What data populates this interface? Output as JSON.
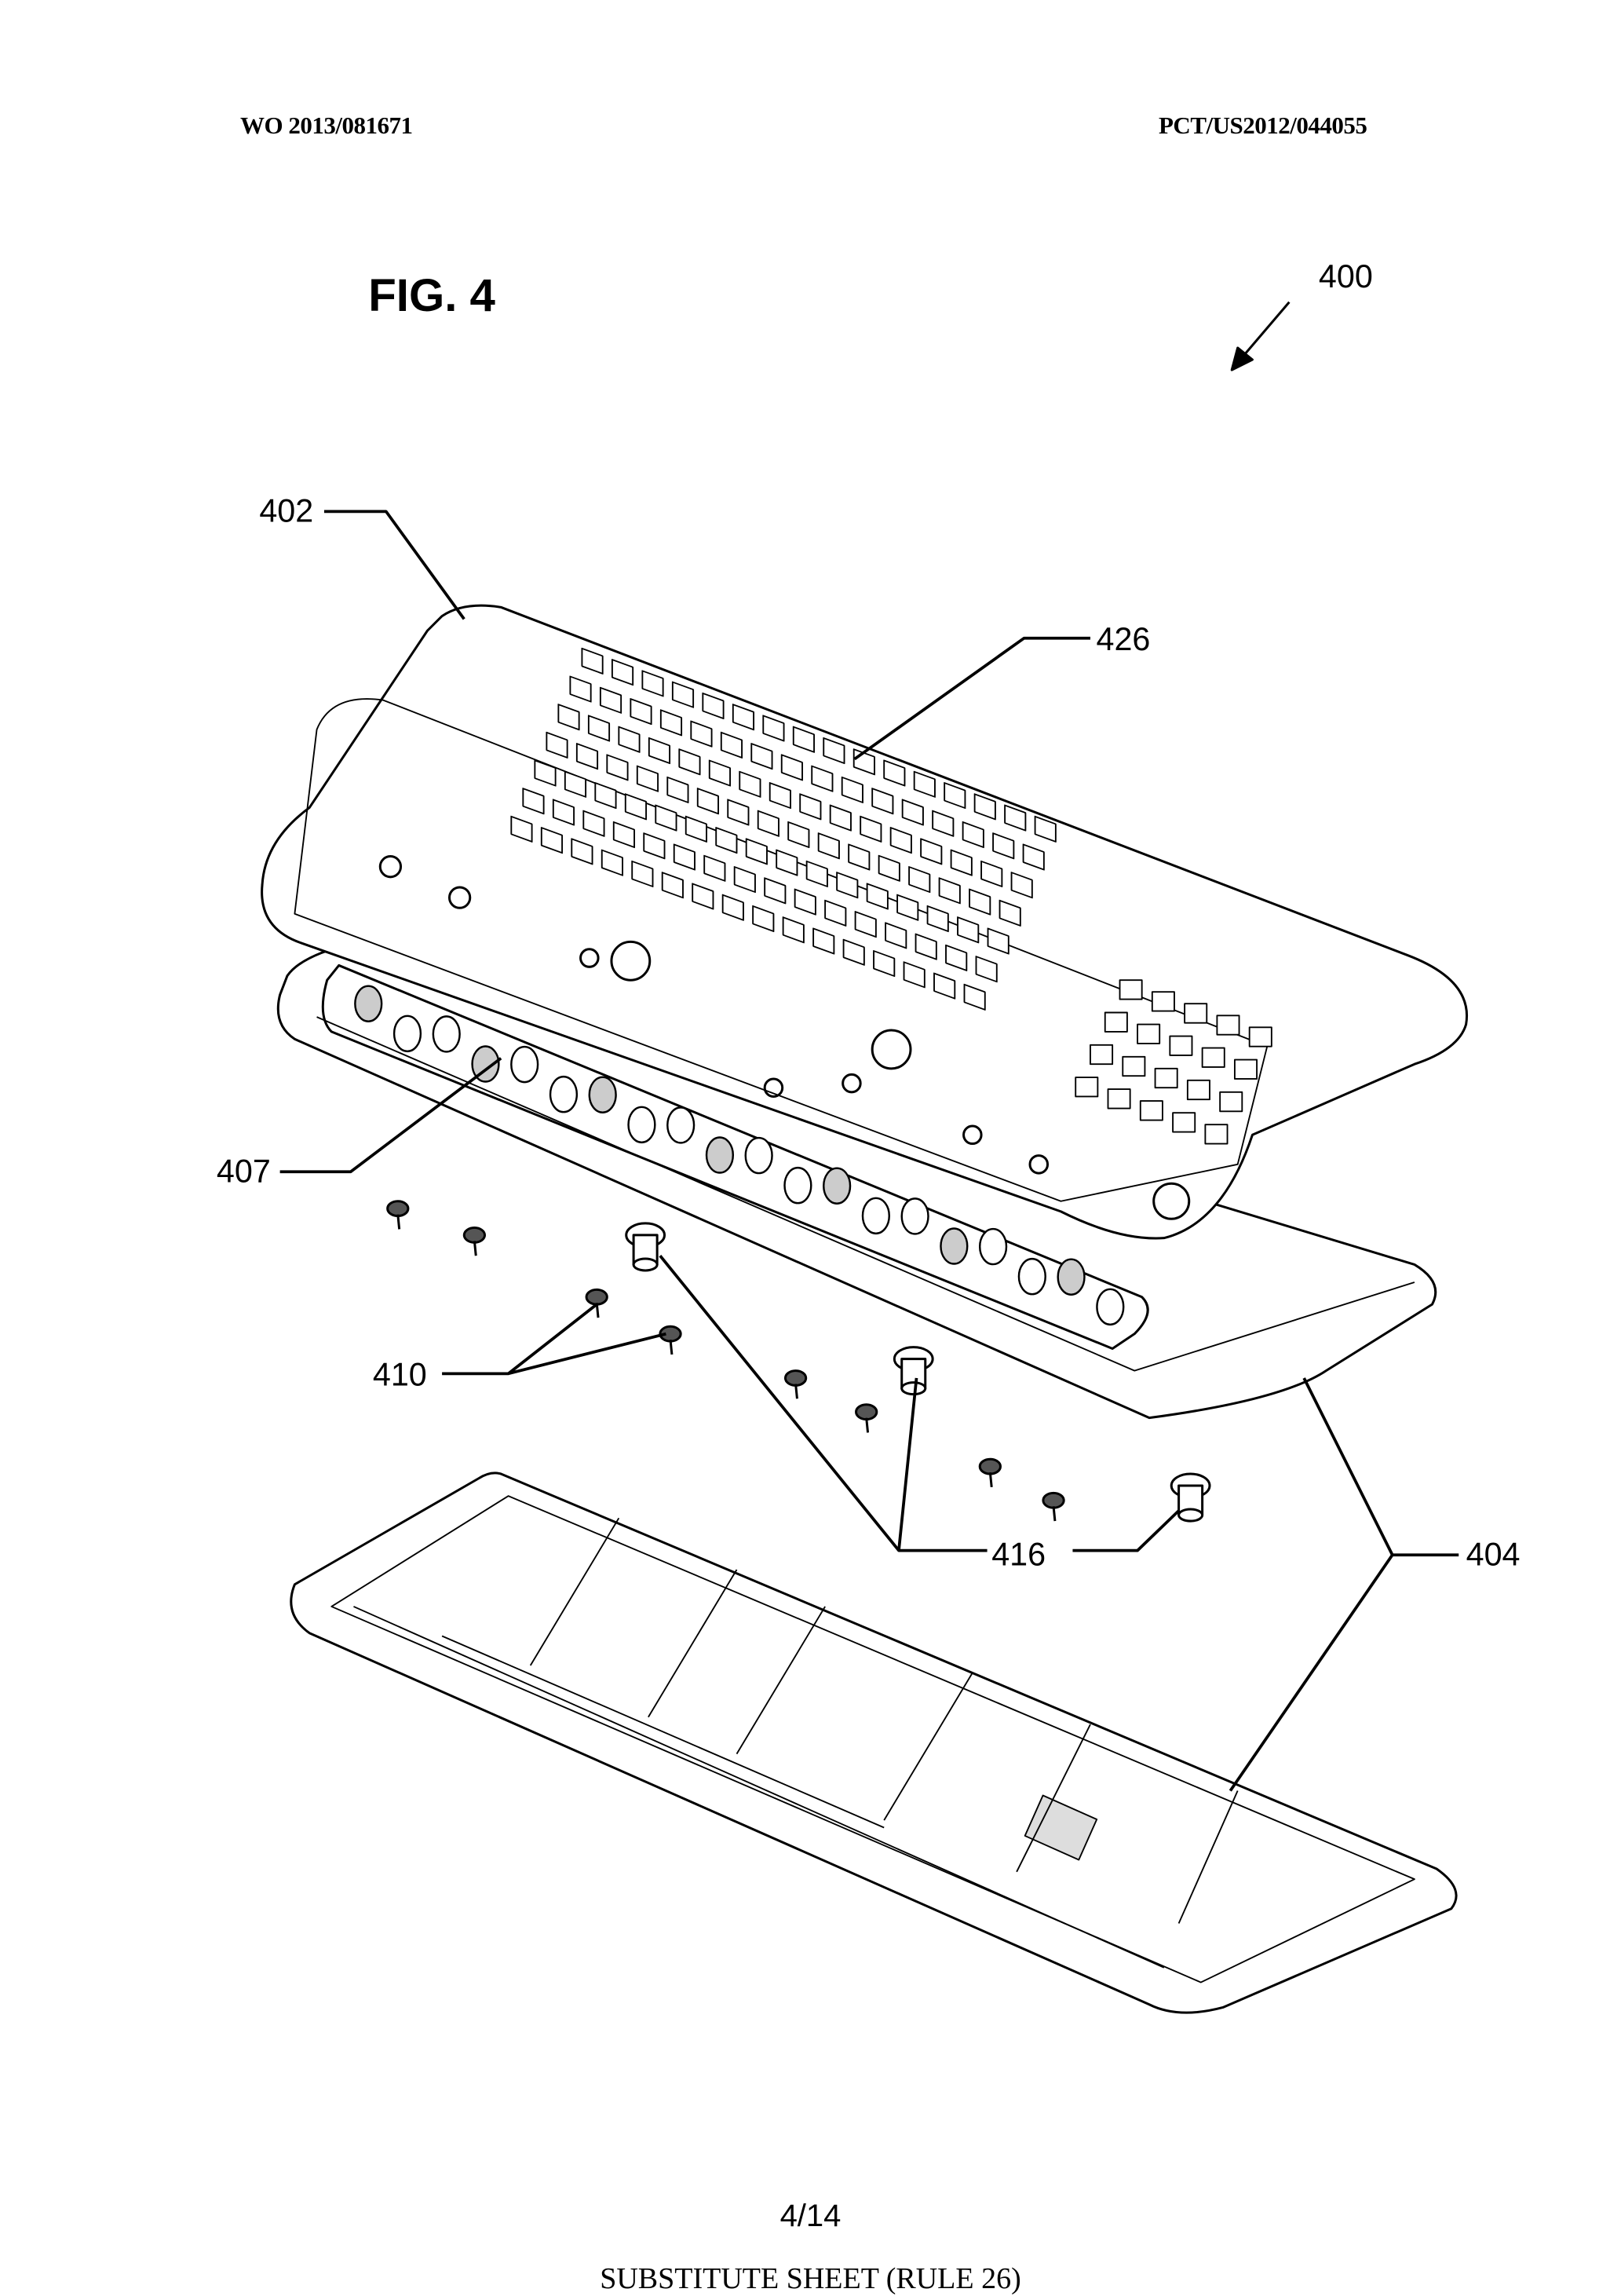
{
  "header": {
    "publication_number": "WO 2013/081671",
    "application_number": "PCT/US2012/044055"
  },
  "figure": {
    "title": "FIG. 4",
    "reference_numerals": {
      "assembly": "400",
      "top_cover": "402",
      "keys": "426",
      "base": "404",
      "frame": "407",
      "screws": "410",
      "posts": "416"
    }
  },
  "footer": {
    "page": "4/14",
    "sheet_note": "SUBSTITUTE SHEET (RULE 26)"
  }
}
